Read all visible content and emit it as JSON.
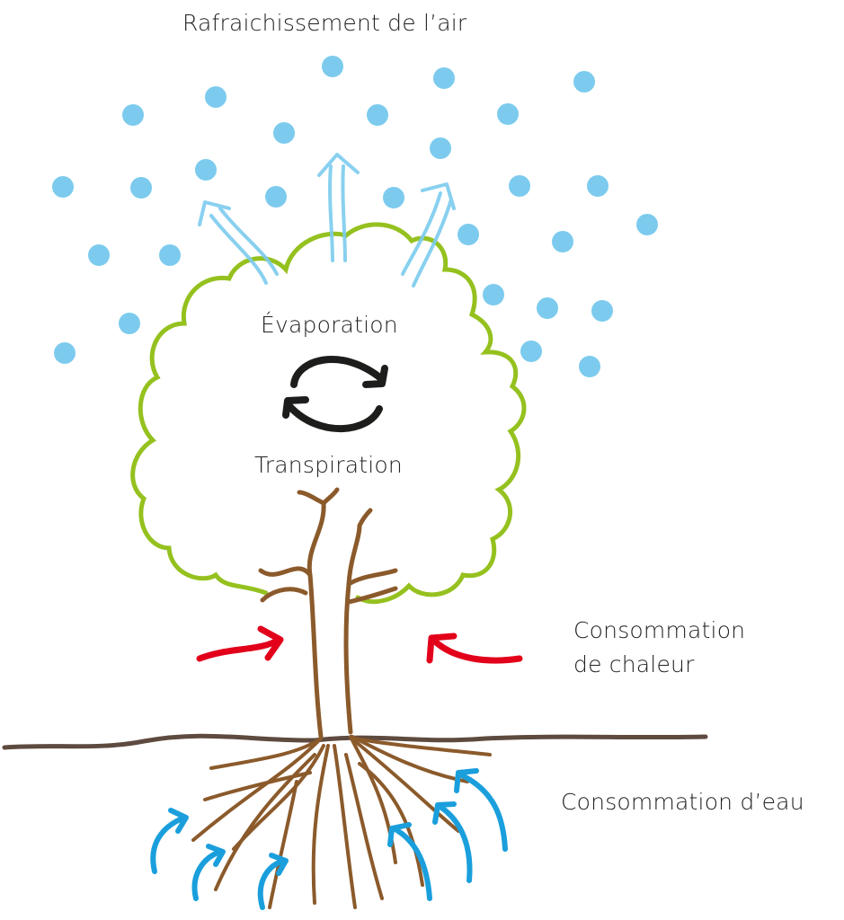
{
  "labels": {
    "air_cooling": "Rafraichissement de l’air",
    "evaporation": "Évaporation",
    "transpiration": "Transpiration",
    "heat_consumption_line1": "Consommation",
    "heat_consumption_line2": "de chaleur",
    "water_consumption": "Consommation d’eau"
  },
  "colors": {
    "droplet": "#7ccbee",
    "crown": "#95c11f",
    "trunk": "#8b5a2b",
    "ground": "#5e4a3f",
    "heat_arrow": "#e2001a",
    "water_arrow": "#1a9fdc",
    "cycle_arrow": "#1d1d1b"
  }
}
